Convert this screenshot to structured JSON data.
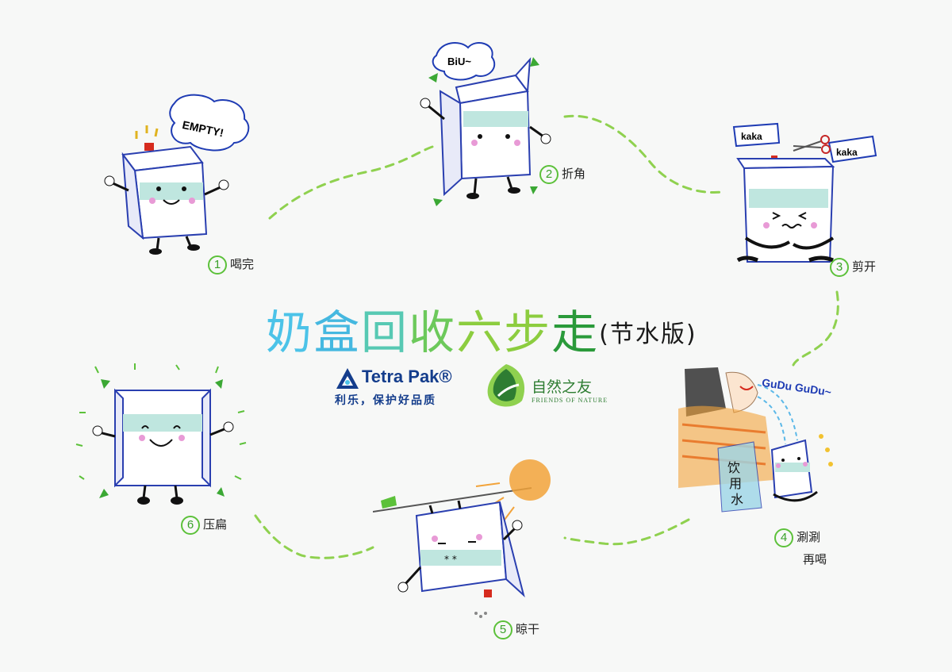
{
  "title": {
    "chars": [
      "奶",
      "盒",
      "回",
      "收",
      "六",
      "步",
      "走"
    ],
    "subtitle": "(节水版)"
  },
  "logos": {
    "tetrapak": {
      "name": "Tetra Pak®",
      "slogan": "利乐，保护好品质"
    },
    "friends_of_nature": {
      "name": "自然之友",
      "english": "FRIENDS OF NATURE"
    }
  },
  "steps": [
    {
      "num": "1",
      "label": "喝完",
      "bubble": "EMPTY!"
    },
    {
      "num": "2",
      "label": "折角",
      "bubble": "BiU~"
    },
    {
      "num": "3",
      "label": "剪开",
      "tags": [
        "kaka",
        "kaka"
      ]
    },
    {
      "num": "4",
      "label": "涮涮",
      "label2": "再喝",
      "sound": "GuDu GuDu~",
      "cup": "饮用水"
    },
    {
      "num": "5",
      "label": "晾干"
    },
    {
      "num": "6",
      "label": "压扁"
    }
  ],
  "colors": {
    "path": "#8fd14f",
    "carton_edge": "#2a3fb0",
    "carton_band": "#bfe6df",
    "cheek": "#e89ad6",
    "accent_green": "#5cc13a",
    "cap_red": "#d62b1e",
    "sun_orange": "#f2a33a"
  },
  "icons": [
    "tetrapak-triangle-icon",
    "leaf-bird-icon",
    "scissors-icon",
    "sun-icon",
    "clothesline-icon",
    "arrow-icon"
  ]
}
